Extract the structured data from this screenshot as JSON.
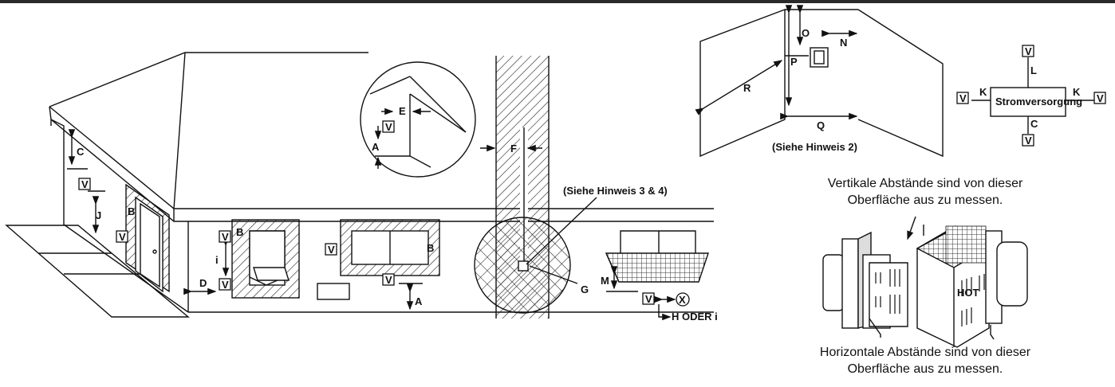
{
  "labels": {
    "A": "A",
    "B": "B",
    "C": "C",
    "D": "D",
    "E": "E",
    "F": "F",
    "G": "G",
    "i": "i",
    "J": "J",
    "K": "K",
    "L": "L",
    "M": "M",
    "N": "N",
    "O": "O",
    "P": "P",
    "Q": "Q",
    "R": "R",
    "V": "V",
    "X": "X"
  },
  "callouts": {
    "note_3_4": "(Siehe Hinweis 3 & 4)",
    "note_2": "(Siehe Hinweis 2)",
    "h_oder_i": "H ODER i",
    "stromversorgung": "Stromversorgung",
    "hot": "HOT"
  },
  "notes": {
    "vertical_line1": "Vertikale Abstände sind von dieser",
    "vertical_line2": "Oberfläche aus zu messen.",
    "horizontal_line1": "Horizontale Abstände sind von dieser",
    "horizontal_line2": "Oberfläche aus zu messen."
  }
}
